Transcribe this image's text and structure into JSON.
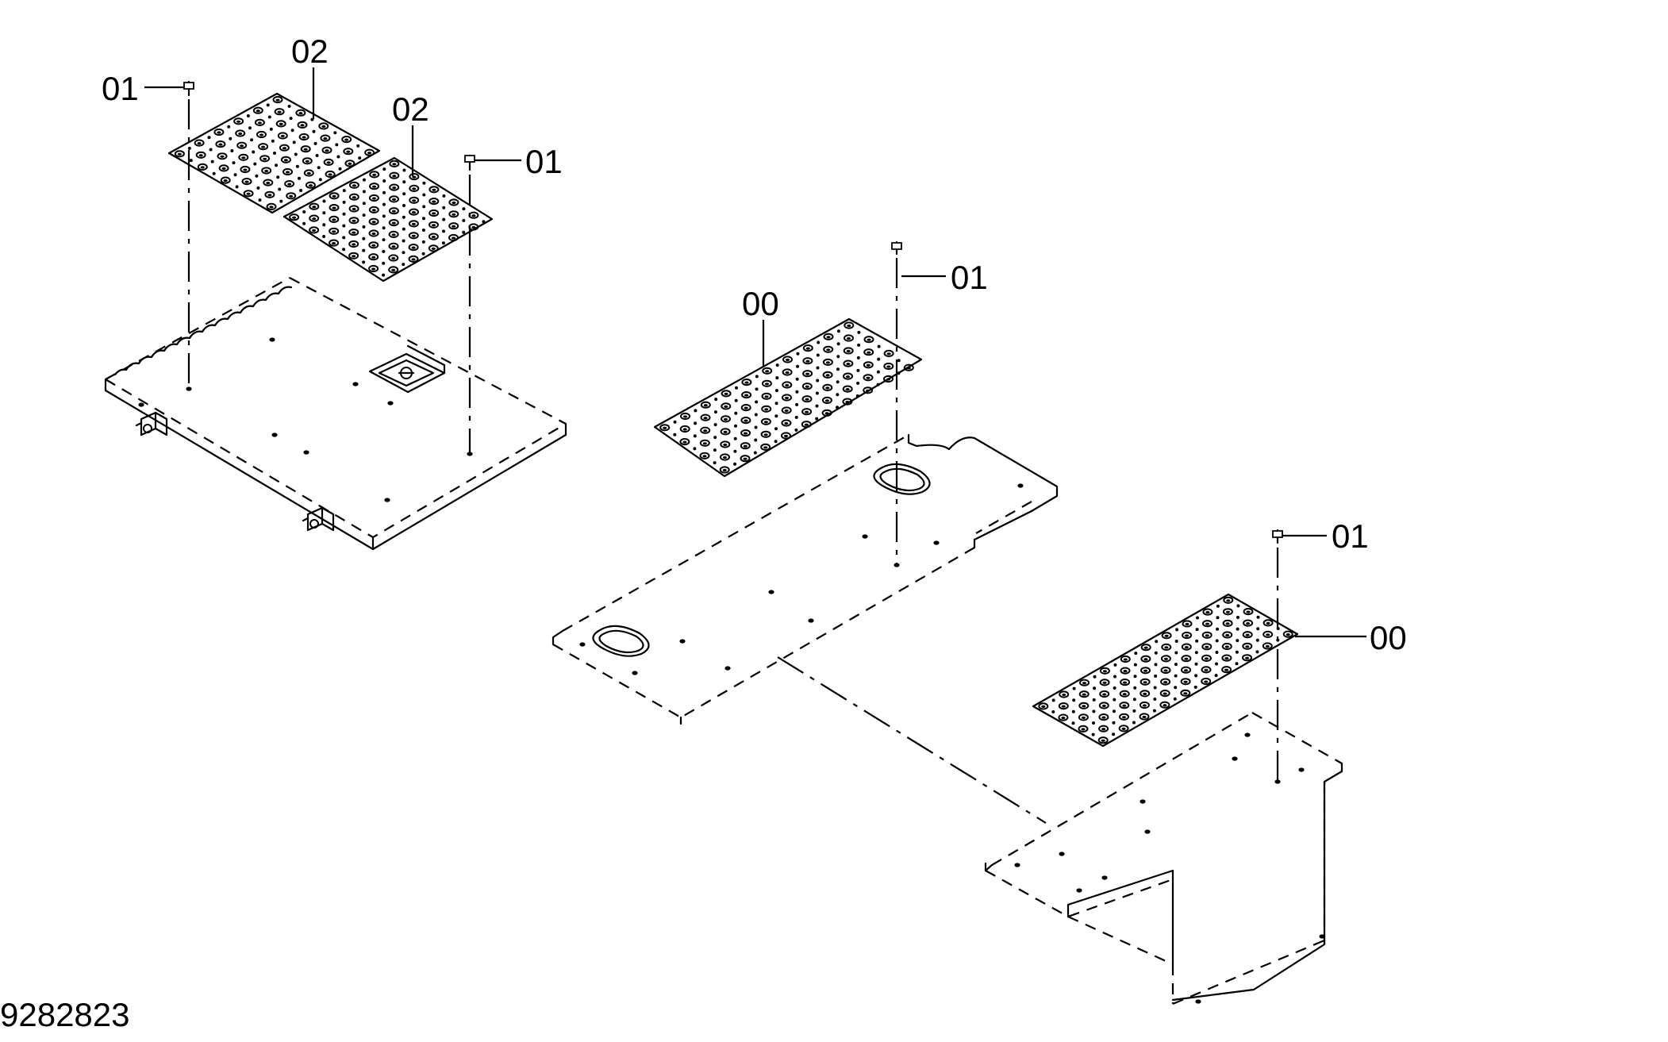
{
  "drawing": {
    "number": "9282823",
    "callouts": [
      {
        "id": "c1",
        "text": "01"
      },
      {
        "id": "c2",
        "text": "02"
      },
      {
        "id": "c3",
        "text": "02"
      },
      {
        "id": "c4",
        "text": "01"
      },
      {
        "id": "c5",
        "text": "00"
      },
      {
        "id": "c6",
        "text": "01"
      },
      {
        "id": "c7",
        "text": "01"
      },
      {
        "id": "c8",
        "text": "00"
      }
    ]
  }
}
